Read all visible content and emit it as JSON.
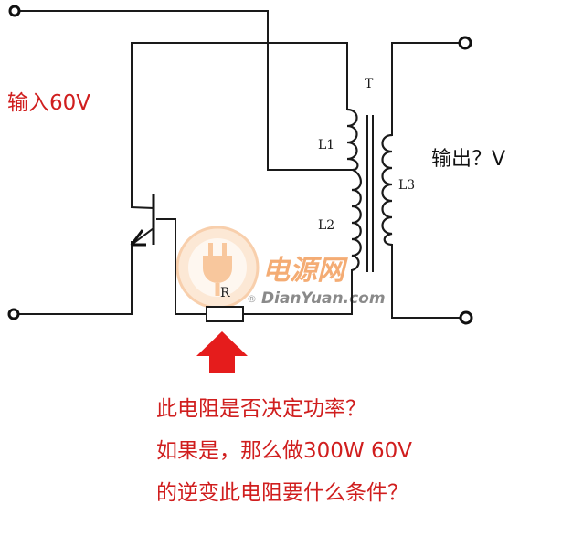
{
  "labels": {
    "input": "输入60V",
    "output": "输出？V",
    "transformer": "T",
    "coil1": "L1",
    "coil2": "L2",
    "coil3": "L3",
    "resistor": "R"
  },
  "watermark": {
    "cn": "电源网",
    "url": "DianYuan.com",
    "reg": "®"
  },
  "question": {
    "line1": "此电阻是否决定功率？",
    "line2": "如果是，那么做300W 60V",
    "line3": "的逆变此电阻要什么条件？"
  },
  "colors": {
    "annotation": "#d01e1e",
    "arrow": "#e51c1c",
    "watermark": "#f08a3a"
  }
}
